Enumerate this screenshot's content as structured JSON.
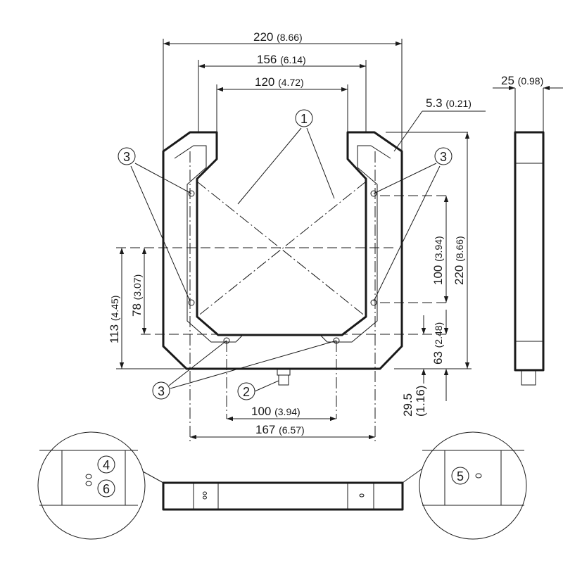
{
  "dimensions": {
    "d220w": {
      "main": "220",
      "alt": "(8.66)"
    },
    "d156": {
      "main": "156",
      "alt": "(6.14)"
    },
    "d120": {
      "main": "120",
      "alt": "(4.72)"
    },
    "d5_3": {
      "main": "5.3",
      "alt": "(0.21)"
    },
    "d25": {
      "main": "25",
      "alt": "(0.98)"
    },
    "d100v": {
      "main": "100",
      "alt": "(3.94)"
    },
    "d220h": {
      "main": "220",
      "alt": "(8.66)"
    },
    "d113": {
      "main": "113",
      "alt": "(4.45)"
    },
    "d78": {
      "main": "78",
      "alt": "(3.07)"
    },
    "d63": {
      "main": "63",
      "alt": "(2.48)"
    },
    "d29_5": {
      "main": "29.5",
      "alt": "(1.16)"
    },
    "d100h": {
      "main": "100",
      "alt": "(3.94)"
    },
    "d167": {
      "main": "167",
      "alt": "(6.57)"
    }
  },
  "callouts": {
    "c1": "1",
    "c2": "2",
    "c3": "3",
    "c4": "4",
    "c5": "5",
    "c6": "6"
  }
}
